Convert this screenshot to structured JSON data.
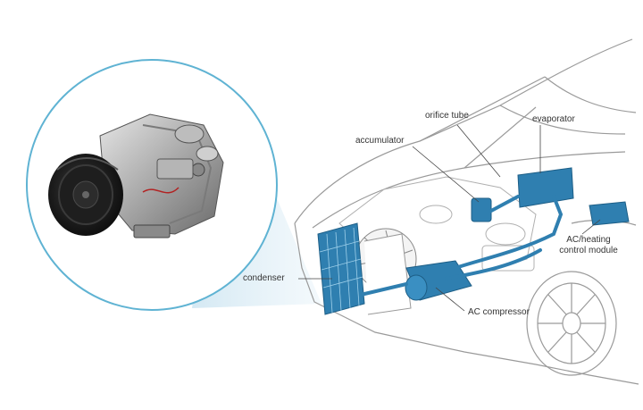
{
  "labels": {
    "orifice_tube": "orifice tube",
    "evaporator": "evaporator",
    "accumulator": "accumulator",
    "condenser": "condenser",
    "ac_compressor": "AC compressor",
    "ac_heating_line1": "AC/heating",
    "ac_heating_line2": "control module"
  },
  "colors": {
    "component_blue": "#2f7fb0",
    "outline_gray": "#9a9a9a",
    "callout_circle": "#5fb3d3",
    "beam": "#d3e8f3"
  }
}
